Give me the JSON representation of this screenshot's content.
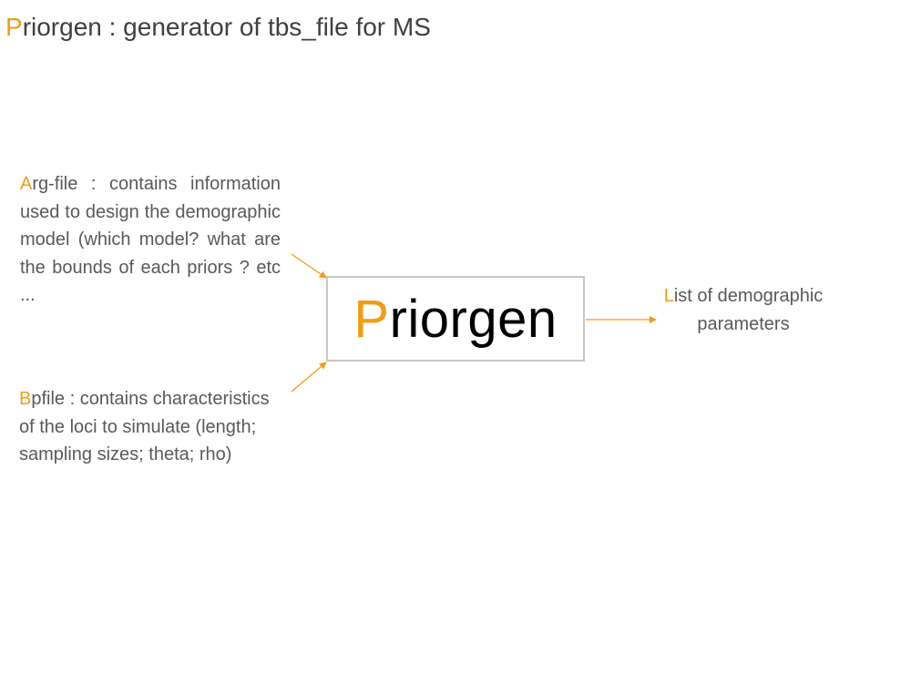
{
  "colors": {
    "accent": "#f39c12",
    "text": "#595959",
    "box_border": "#c8c8c8"
  },
  "title": {
    "first_letter": "P",
    "rest": "riorgen : generator of tbs_file for MS"
  },
  "arg_file": {
    "first_letter": "A",
    "rest": "rg-file : contains information used to design the demographic model (which model? what are the bounds of each priors ? etc ..."
  },
  "bp_file": {
    "first_letter": "B",
    "rest": "pfile : contains characteristics of the loci to simulate (length; sampling sizes; theta; rho)"
  },
  "box": {
    "first_letter": "P",
    "rest": "riorgen"
  },
  "output": {
    "first_letter": "L",
    "rest": "ist of demographic parameters"
  }
}
